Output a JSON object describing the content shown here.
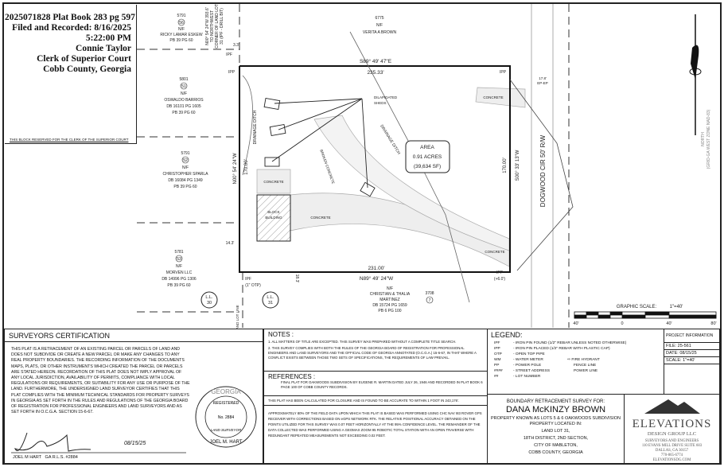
{
  "clerk_block": {
    "record_lines": [
      "2025071828 Plat Book 283 pg 597",
      "Filed and Recorded: 8/16/2025",
      "5:22:00 PM",
      "Connie Taylor",
      "Clerk of Superior Court",
      "Cobb County, Georgia"
    ],
    "reserved_note": "THIS BLOCK RESERVED FOR THE CLERK OF THE SUPERIOR COURT"
  },
  "plat": {
    "adjoiners": [
      {
        "address": "5791",
        "lot": "56",
        "nf": "N/F",
        "owner": "RICKY LAMAR ESKEW",
        "ref1": "PB 39 PG 60"
      },
      {
        "address": "5801",
        "lot": "51",
        "nf": "N/F",
        "owner": "OSWALDO BARRIOS",
        "ref1": "DB 16101 PG 1605",
        "ref2": "PB 39 PG 60"
      },
      {
        "address": "5791",
        "lot": "52",
        "nf": "N/F",
        "owner": "CHRISTOPHER SPARLA",
        "ref1": "DB 16084 PG 1349",
        "ref2": "PB 39 PG 60"
      },
      {
        "address": "5781",
        "lot": "53",
        "nf": "N/F",
        "owner": "MORVEN LLC",
        "ref1": "DB 14996 PG 1306",
        "ref2": "PB 39 PG 60"
      },
      {
        "address": "6775",
        "nf": "N/F",
        "owner": "VERITA A BROWN"
      },
      {
        "address": "3708",
        "lot": "7",
        "nf": "N/F",
        "owner": "CHRISTIAN & THALIA",
        "owner2": "MARTINEZ",
        "ref1": "DB 15724 PG 1659",
        "ref2": "PB 6 PG 100"
      }
    ],
    "north_bearing": "S89° 49' 47\"E",
    "north_distance": "235.33'",
    "south_bearing": "N89° 49' 24\"W",
    "south_distance": "231.00'",
    "west_bearing": "N00° 54' 24\"W",
    "west_distance": "170.00'",
    "east_bearing": "S00° 33' 13\"W",
    "east_distance": "170.00'",
    "tie_bearing": "N00° 54' 24\"W  393.6'",
    "tie_note": "TO NORTHWEST CORNER OF LAND LOT 31 (IPF - DRILL BIT)",
    "tie_dist": "3.3'",
    "ipf_top": "IPF",
    "ipp_nw": "IPP",
    "ipp_ne": "IPP",
    "ipf_sw": "IPF",
    "ipf_sw_note": "(1\" OTP)",
    "ipp_se": "IPP",
    "ipp_se_note": "(+6.0')",
    "offset_left": "14.3'",
    "offset_bottom": "18.3'",
    "ep_label": "17.8'",
    "ep_label2": "EP-EP",
    "drainage_ditch_w": "DRAINAGE DITCH",
    "drainage_ditch_e": "DRAINAGE DITCH",
    "sheds_label": [
      "DILAPIDATED",
      "SHEDS"
    ],
    "concrete": "CONCRETE",
    "broken_concrete": "BROKEN CONCRETE",
    "block_building": [
      "BLOCK",
      "BUILDING"
    ],
    "area": [
      "AREA",
      "0.91 ACRES",
      "(39,634 SF)"
    ],
    "street": "DOGWOOD CIR    50' R/W",
    "land_lot_line": "LAND LOT LINE",
    "ll30": [
      "L.L.",
      "30"
    ],
    "ll31": [
      "L.L.",
      "31"
    ],
    "north_arrow": [
      "NORTH",
      "(GRID-GA WEST ZONE NAD-83)"
    ],
    "graphic_scale": {
      "label": "GRAPHIC SCALE:",
      "ratio": "1\"=40'",
      "ticks": [
        "40'",
        "0",
        "40'",
        "80'"
      ]
    }
  },
  "certification": {
    "title": "SURVEYORS CERTIFICATION",
    "body": "THIS PLAT IS A RETRACEMENT OF AN EXISTING PARCEL OR PARCELS OF LAND AND DOES NOT SUBDIVIDE OR CREATE A NEW PARCEL OR MAKE ANY CHANGES TO ANY REAL PROPERTY BOUNDARIES. THE RECORDING INFORMATION OF THE DOCUMENTS MAPS, PLATS, OR OTHER INSTRUMENTS WHICH CREATED THE PARCEL OR PARCELS ARE STATED HEREON. RECORDATION OF THIS PLAT DOES NOT IMPLY APPROVAL OF ANY LOCAL JURISDICTION, AVAILABILITY OF PERMITS, COMPLIANCE WITH LOCAL REGULATIONS OR REQUIREMENTS, OR SUITABILITY FOR ANY USE OR PURPOSE OF THE LAND. FURTHERMORE, THE UNDERSIGNED LAND SURVEYOR CERTIFIES THAT THIS PLAT COMPLIES WITH THE MINIMUM TECHNICAL STANDARDS FOR PROPERTY SURVEYS IN GEORGIA AS SET FORTH IN THE RULES AND REGULATIONS OF THE GEORGIA BOARD OF REGISTRATION FOR PROFESSIONAL ENGINEERS AND LAND SURVEYORS AND AS SET FORTH IN O.C.G.A. SECTION 15-6-67.",
    "signer": "JOEL M HART   GA R.L.S. #2884",
    "date": "08/15/25",
    "seal": {
      "top": "GEORGIA",
      "registered": "REGISTERED",
      "number": "No. 2884",
      "land_surveyor": "LAND SURVEYOR",
      "name": "JOEL M. HART"
    }
  },
  "notes": {
    "title": "NOTES :",
    "items": [
      "1.   ALL MATTERS OF TITLE ARE EXCEPTED. THIS SURVEY WAS PREPARED WITHOUT A COMPLETE TITLE SEARCH.",
      "2.   THIS SURVEY COMPLIES WITH BOTH THE RULES OF THE GEORGIA BOARD OF REGISTRATION FOR PROFESSIONAL ENGINEERS AND LAND SURVEYORS AND THE OFFICIAL CODE OF GEORGIA ANNOTATED (O.C.G.A.) 15-6-67, IN THAT WHERE A CONFLICT EXISTS BETWEEN THOSE TWO SETS OF SPECIFICATIONS, THE REQUIREMENTS OF LAW PREVAIL."
    ],
    "references_title": "REFERENCES :",
    "references": "FINAL PLAT FOR OAKWOODS SUBDIVISION BY EUGENE R. MARTIN DATED JULY 26, 1946 AND RECORDED IN PLAT BOOK 6 PAGE 100 OF COBB COUNTY RECORDS.",
    "closure": "THIS PLAT HAS BEEN CALCULATED FOR CLOSURE AND IS FOUND TO BE ACCURATE TO WITHIN 1 FOOT IN 243,176'.",
    "accuracy": "APPROXIMATELY 80% OF THE FIELD DATA UPON WHICH THIS PLAT IS BASED WAS PERFORMED USING CHC NAV I83 ROVER GPS RECEIVER WITH CORRECTIONS BASED ON eGPS NETWORK RTK. THE RELATIVE POSITIONAL ACCURACY OBTAINED ON THE POINTS UTILIZED FOR THIS SURVEY WAS 0.07 FEET HORIZONTALLY AT THE 95% CONFIDENCE LEVEL. THE REMAINDER OF THE DATA COLLECTED WAS PERFORMED USING A GEOMAX ZOOM 95 ROBOTIC TOTAL STATION WITH AN OPEN TRAVERSE WITH REDUNDANT REPEATED MEASUREMENTS NOT EXCEEDING 0.02 FEET."
  },
  "legend": {
    "title": "LEGEND:",
    "items": [
      {
        "sym": "IPF",
        "desc": "- IRON PIN FOUND (1/2\" REBAR UNLESS NOTED OTHERWISE)"
      },
      {
        "sym": "IPP",
        "desc": "- IRON PIN PLACED (1/2\" REBAR WITH PLASTIC CAP)"
      },
      {
        "sym": "OTP",
        "desc": "- OPEN TOP PIPE"
      },
      {
        "sym": "WM",
        "desc": "- WATER METER"
      },
      {
        "sym": "PP",
        "desc": "- POWER POLE"
      },
      {
        "sym": "####",
        "desc": "- STREET ADDRESS"
      },
      {
        "sym": "##",
        "desc": "- LOT NUMBER"
      }
    ],
    "right_items": [
      "FIRE HYDRANT",
      "FENCE LINE",
      "POWER LINE"
    ]
  },
  "project_info": {
    "title": "PROJECT INFORMATION",
    "file": "FILE: 25-561",
    "date": "DATE: 08/15/25",
    "scale": "SCALE: 1\"=40'"
  },
  "title_block": {
    "line1": "BOUNDARY RETRACEMENT SURVEY FOR:",
    "client": "DANA McKINZY BROWN",
    "line2": "PROPERTY KNOWN AS LOTS 5 & 6  OAKWOODS SUBDIVISION",
    "line3": "PROPERTY LOCATED IN:",
    "line4": "LAND LOT 31,",
    "line5": "18TH DISTRICT, 2ND SECTION,",
    "line6": "CITY OF MABLETON,",
    "line7": "COBB COUNTY, GEORGIA"
  },
  "company": {
    "name": "ELEVATIONS",
    "sub": "DESIGN GROUP LLC",
    "tag": "SURVEYORS AND ENGINEERS",
    "address": "110 EVANS MILL DRIVE SUITE 603",
    "city": "DALLAS, GA 30157",
    "phone": "770-865-6774",
    "web": "ELEVATIONSDG.COM"
  }
}
